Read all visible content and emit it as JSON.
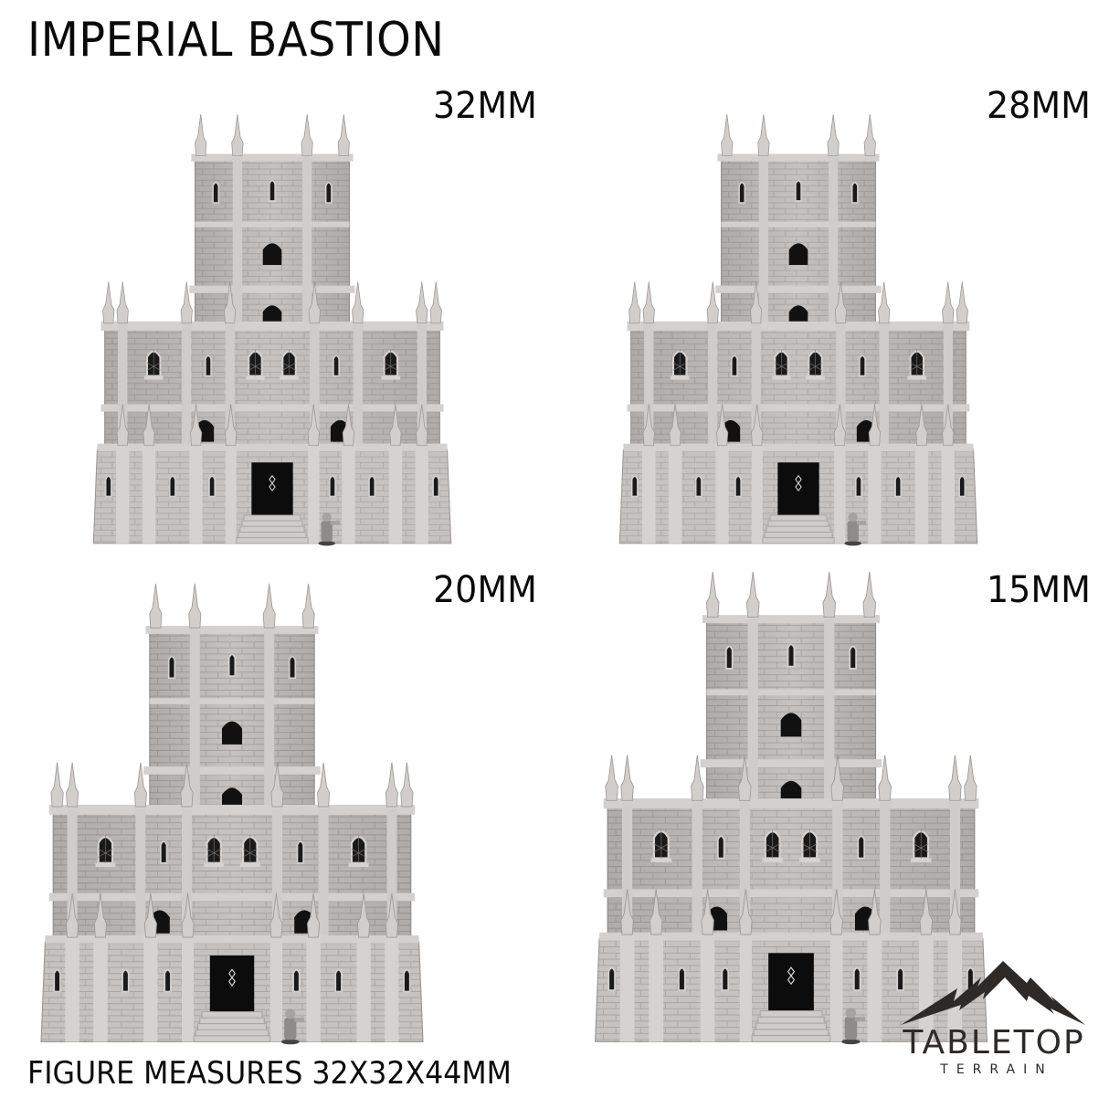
{
  "header": {
    "title": "IMPERIAL BASTION"
  },
  "variants": [
    {
      "label": "32MM",
      "position": "top-left"
    },
    {
      "label": "28MM",
      "position": "top-right"
    },
    {
      "label": "20MM",
      "position": "bottom-left"
    },
    {
      "label": "15MM",
      "position": "bottom-right"
    }
  ],
  "footer": {
    "caption": "FIGURE MEASURES 32X32X44MM"
  },
  "brand": {
    "name": "TABLETOP",
    "subname": "TERRAIN",
    "icon": "mountain-logo-icon",
    "color": "#2e2a28"
  },
  "colors": {
    "text": "#0a0a0a",
    "stone": "#c9c5c3",
    "stone_dark": "#9a9694",
    "opening": "#111111",
    "background": "#ffffff"
  }
}
